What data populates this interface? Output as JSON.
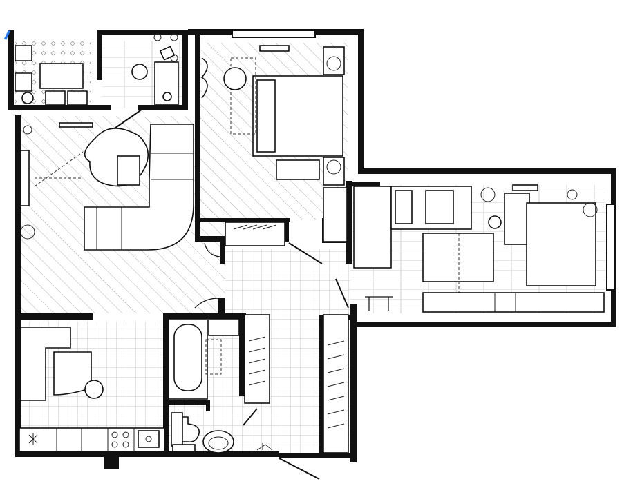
{
  "plan": {
    "rooms": [
      {
        "id": "balcony",
        "floor": "dots"
      },
      {
        "id": "study-nook",
        "floor": "planks"
      },
      {
        "id": "living-room",
        "floor": "herringbone"
      },
      {
        "id": "bedroom",
        "floor": "herringbone"
      },
      {
        "id": "kids-room",
        "floor": "planks"
      },
      {
        "id": "kitchen",
        "floor": "tiles"
      },
      {
        "id": "hallway",
        "floor": "tiles"
      },
      {
        "id": "bathroom",
        "floor": "tiles"
      },
      {
        "id": "toilet",
        "floor": "tiles"
      }
    ],
    "icons": [
      "sofa-icon",
      "bed-icon",
      "bathtub-icon",
      "toilet-icon",
      "sink-icon",
      "stove-icon",
      "plant-icon",
      "chair-icon",
      "desk-icon",
      "wardrobe-icon",
      "rug-icon",
      "dining-table-icon"
    ],
    "colors": {
      "wall": "#111111",
      "floor-hatch": "#9a9a9a",
      "background": "#ffffff",
      "accent-mark": "#1e78ff"
    }
  }
}
